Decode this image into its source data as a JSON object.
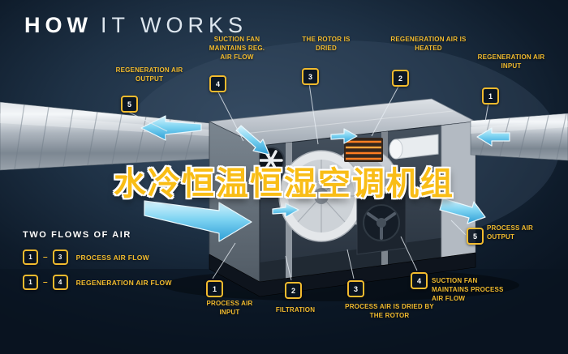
{
  "header": {
    "title_bold": "HOW",
    "title_light": "IT WORKS"
  },
  "center_title": "水冷恒温恒湿空调机组",
  "colors": {
    "accent": "#f2bb2e",
    "background": "#16283a",
    "airflow": "#5cc6ee",
    "heater": "#ff7e22"
  },
  "callouts": [
    {
      "num": "5",
      "label": "REGENERATION AIR OUTPUT"
    },
    {
      "num": "4",
      "label": "SUCTION FAN MAINTAINS REG. AIR FLOW"
    },
    {
      "num": "3",
      "label": "THE ROTOR IS DRIED"
    },
    {
      "num": "2",
      "label": "REGENERATION AIR IS HEATED"
    },
    {
      "num": "1",
      "label": "REGENERATION AIR INPUT"
    },
    {
      "num": "5",
      "label": "PROCESS AIR OUTPUT"
    },
    {
      "num": "4",
      "label": "SUCTION FAN MAINTAINS PROCESS AIR FLOW"
    },
    {
      "num": "3",
      "label": "PROCESS AIR IS DRIED BY THE ROTOR"
    },
    {
      "num": "2",
      "label": "FILTRATION"
    },
    {
      "num": "1",
      "label": "PROCESS AIR INPUT"
    }
  ],
  "legend": {
    "heading": "TWO FLOWS OF AIR",
    "separator": "–",
    "items": [
      {
        "from": "1",
        "to": "3",
        "label": "PROCESS AIR FLOW"
      },
      {
        "from": "1",
        "to": "4",
        "label": "REGENERATION AIR FLOW"
      }
    ]
  }
}
